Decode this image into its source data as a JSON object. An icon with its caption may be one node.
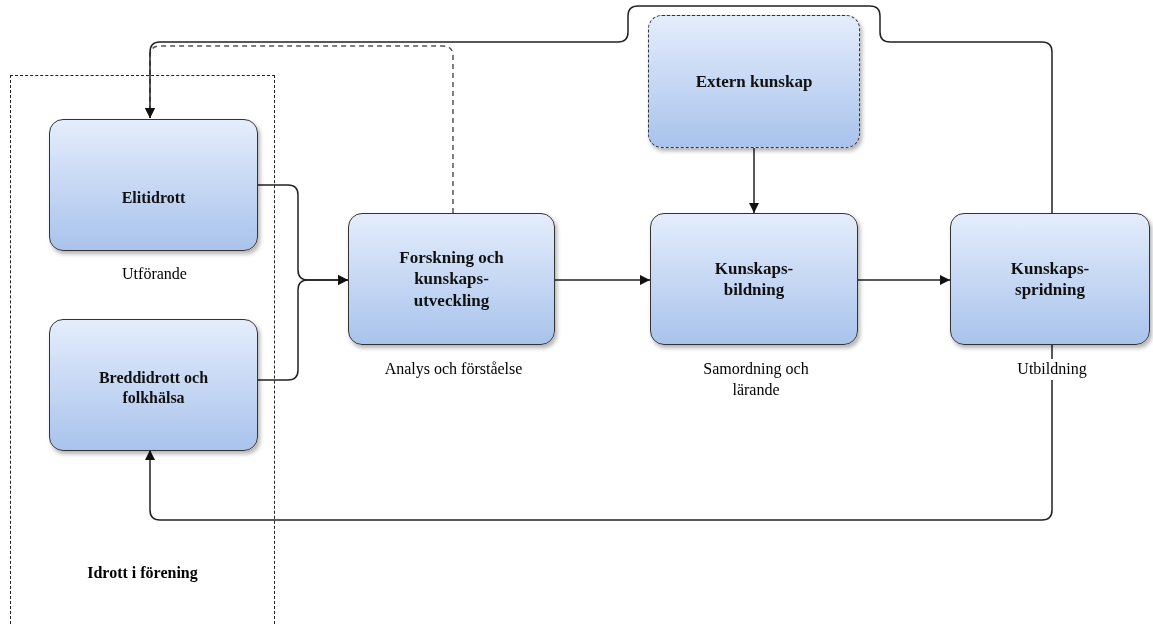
{
  "diagram": {
    "nodes": [
      {
        "text": [
          "Idrott i förening"
        ]
      },
      {
        "text": [
          "Elitidrott"
        ],
        "in": 0,
        "beside": [
          "Utförande"
        ]
      },
      {
        "text": [
          "Breddidrott och folkhälsa"
        ],
        "in": 0
      },
      {
        "text": [
          "Forskning och kunskaps-utveckling"
        ],
        "beside": [
          "Analys och förståelse"
        ]
      },
      {
        "text": [
          "Extern kunskap"
        ]
      },
      {
        "text": [
          "Kunskaps-bildning"
        ],
        "beside": [
          "Samordning och lärande"
        ]
      },
      {
        "text": [
          "Kunskaps-spridning"
        ],
        "beside": [
          "Utbildning"
        ]
      }
    ],
    "edges": [
      {
        "from": 1,
        "to": 3,
        "arrow": "to"
      },
      {
        "from": 2,
        "to": 3,
        "arrow": "to"
      },
      {
        "from": 3,
        "to": 5,
        "arrow": "to"
      },
      {
        "from": 4,
        "to": 5,
        "arrow": "to"
      },
      {
        "from": 5,
        "to": 6,
        "arrow": "to"
      },
      {
        "from": 3,
        "to": 1,
        "arrow": "to",
        "style": "dashed"
      },
      {
        "from": 6,
        "to": 1,
        "arrow": "to"
      },
      {
        "from": 6,
        "to": 2,
        "arrow": "to"
      }
    ]
  }
}
